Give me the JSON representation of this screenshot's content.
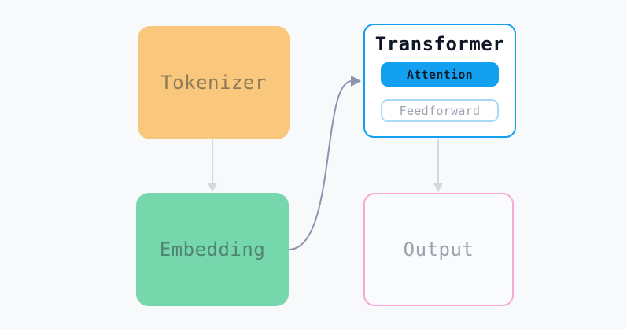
{
  "background": "#f8f9fb",
  "diagram": {
    "nodes": {
      "tokenizer": {
        "label": "Tokenizer",
        "fill": "#fac87d",
        "text_color": "#8d7b57"
      },
      "embedding": {
        "label": "Embedding",
        "fill": "#76d7ad",
        "text_color": "#4e8471"
      },
      "transformer": {
        "title": "Transformer",
        "title_color": "#101828",
        "fill": "#ffffff",
        "border_color": "#14a0f1",
        "children": {
          "attention": {
            "label": "Attention",
            "fill": "#14a0f1",
            "text_color": "#0d1b2a"
          },
          "feedforward": {
            "label": "Feedforward",
            "fill": "#ffffff",
            "border_color": "#a8d9f6",
            "text_color": "#9ba2ae"
          }
        }
      },
      "output": {
        "label": "Output",
        "fill": "#fafbfd",
        "border_color": "#f9a8d4",
        "text_color": "#9ba2ae"
      }
    },
    "edges": [
      {
        "from": "tokenizer",
        "to": "embedding",
        "style": "straight",
        "color": "#d4d9e1"
      },
      {
        "from": "embedding",
        "to": "transformer",
        "style": "curved",
        "color": "#8b95ae"
      },
      {
        "from": "transformer",
        "to": "output",
        "style": "straight",
        "color": "#d4d9e1"
      }
    ]
  }
}
